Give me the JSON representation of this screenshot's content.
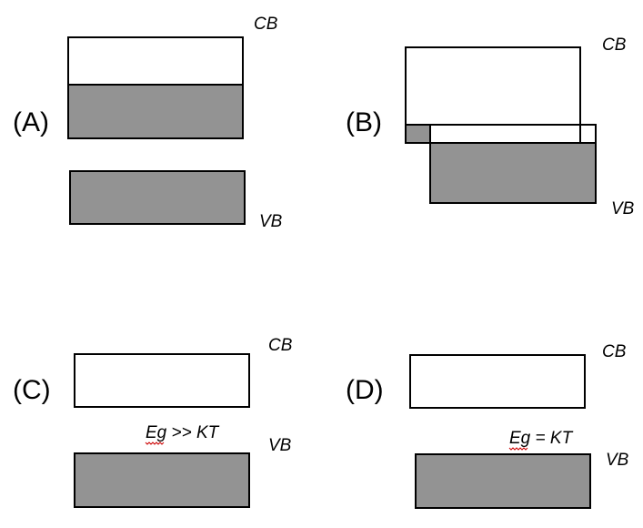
{
  "colors": {
    "filled_band": "#939393",
    "outline": "#000000",
    "spellcheck_underline": "#cc0000"
  },
  "panels": [
    {
      "label": "(A)",
      "cb_label": "CB",
      "vb_label": "VB"
    },
    {
      "label": "(B)",
      "cb_label": "CB",
      "vb_label": "VB"
    },
    {
      "label": "(C)",
      "cb_label": "CB",
      "vb_label": "VB",
      "gap_label": "Eg >> KT"
    },
    {
      "label": "(D)",
      "cb_label": "CB",
      "vb_label": "VB",
      "gap_label": "Eg = KT"
    }
  ]
}
